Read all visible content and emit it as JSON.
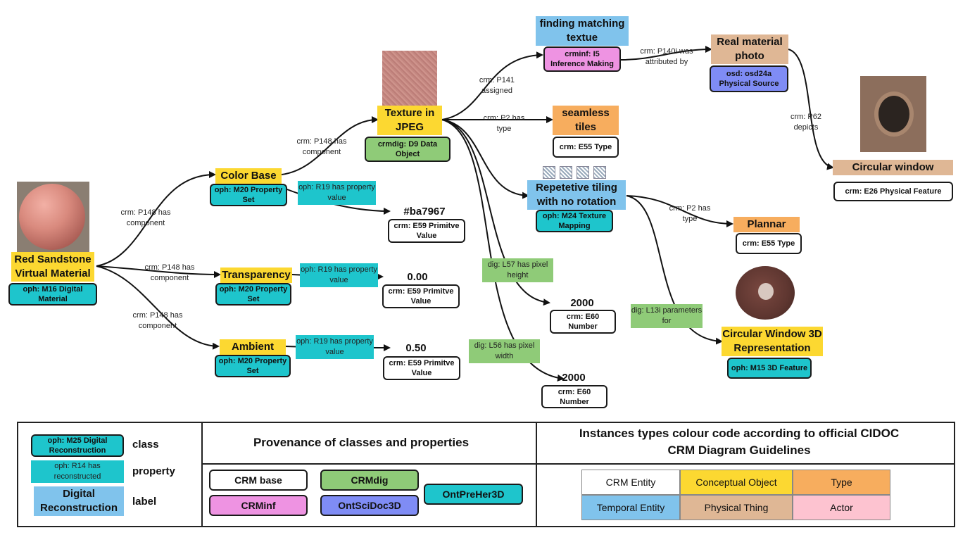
{
  "colors": {
    "conceptual_object": "#fcd831",
    "ontpreher3d": "#1ec5cc",
    "crmdig": "#8fcb78",
    "crminf": "#ee93e2",
    "ontscidoc3d": "#7f8cf5",
    "temporal_entity": "#80c3ec",
    "physical_thing": "#dfb795",
    "type": "#f7ad5e",
    "actor": "#fdc3d0"
  },
  "nodes": {
    "red_sandstone": {
      "label": "Red Sandstone Virtual Material",
      "class": "oph: M16 Digital Material"
    },
    "color_base": {
      "label": "Color Base",
      "class": "oph: M20 Property Set"
    },
    "transparency": {
      "label": "Transparency",
      "class": "oph: M20 Property Set"
    },
    "ambient": {
      "label": "Ambient",
      "class": "oph: M20 Property Set"
    },
    "texture": {
      "label": "Texture in JPEG",
      "class": "crmdig: D9 Data Object"
    },
    "finding": {
      "label": "finding matching textue",
      "class": "crminf: I5 Inference Making"
    },
    "real_photo": {
      "label": "Real material photo",
      "class": "osd: osd24a Physical Source"
    },
    "circular_window": {
      "label": "Circular window",
      "class": "crm: E26 Physical Feature"
    },
    "seamless": {
      "label": "seamless tiles",
      "class": "crm: E55 Type"
    },
    "repetitive": {
      "label": "Repetetive tiling with no rotation",
      "class": "oph: M24 Texture Mapping"
    },
    "plannar": {
      "label": "Plannar",
      "class": "crm: E55 Type"
    },
    "cw3d": {
      "label": "Circular Window 3D Representation",
      "class": "oph: M15 3D Feature"
    }
  },
  "values": {
    "ba7967": {
      "value": "#ba7967",
      "class": "crm: E59 Primitve Value"
    },
    "v000": {
      "value": "0.00",
      "class": "crm: E59 Primitve Value"
    },
    "v050": {
      "value": "0.50",
      "class": "crm: E59 Primitve Value"
    },
    "h2000": {
      "value": "2000",
      "class": "crm: E60 Number"
    },
    "w2000": {
      "value": "2000",
      "class": "crm: E60 Number"
    }
  },
  "properties": {
    "p148_color": "crm: P148 has component",
    "p148_transp": "crm: P148 has component",
    "p148_ambient": "crm: P148 has component",
    "p148_texture": "crm: P148 has component",
    "r19_color": "oph: R19 has property value",
    "r19_transp": "oph: R19 has property value",
    "r19_ambient": "oph: R19 has property value",
    "p141": "crm: P141 assigned",
    "p140i": "crm: P140i was attributed by",
    "p62": "crm: P62 depicts",
    "p2_seamless": "crm: P2 has type",
    "p2_plannar": "crm: P2 has type",
    "l57": "dig: L57 has pixel height",
    "l56": "dig: L56 has pixel width",
    "l13i": "dig: L13i parameters for"
  },
  "legend": {
    "class_example": "oph: M25 Digital Reconstruction",
    "class_word": "class",
    "property_example": "oph: R14 has reconstructed",
    "property_word": "property",
    "label_example": "Digital Reconstruction",
    "label_word": "label",
    "provenance_title": "Provenance of classes and properties",
    "provenance": {
      "crm_base": "CRM base",
      "crmdig": "CRMdig",
      "ontpreher3d": "OntPreHer3D",
      "crminf": "CRMinf",
      "ontscidoc3d": "OntSciDoc3D"
    },
    "colour_title": "Instances types colour code according to official CIDOC CRM Diagram Guidelines",
    "colour_code": {
      "crm_entity": "CRM Entity",
      "conceptual_object": "Conceptual Object",
      "type": "Type",
      "temporal_entity": "Temporal Entity",
      "physical_thing": "Physical Thing",
      "actor": "Actor"
    }
  }
}
